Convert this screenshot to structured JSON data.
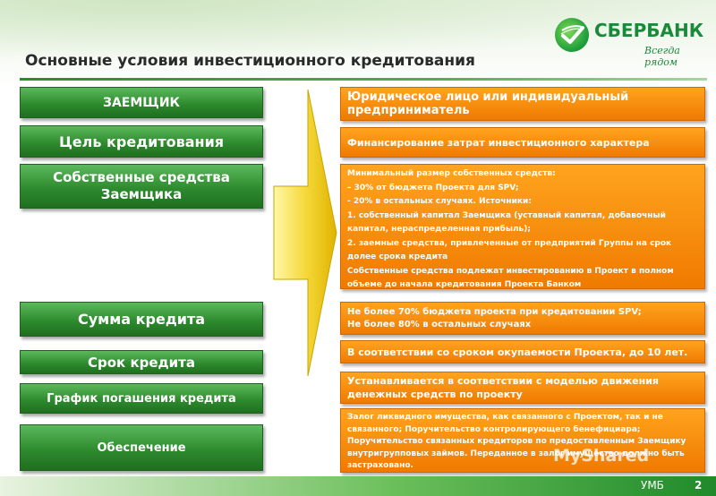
{
  "header": {
    "title": "Основные условия инвестиционного кредитования",
    "logo_name": "СБЕРБАНК",
    "logo_slogan": "Всегда рядом",
    "logo_icon": "sberbank-logo-icon"
  },
  "rows": [
    {
      "label": "ЗАЕМЩИК",
      "value": "Юридическое лицо или индивидуальный предприниматель"
    },
    {
      "label": "Цель кредитования",
      "value": "Финансирование затрат инвестиционного характера"
    },
    {
      "label": "Собственные средства Заемщика",
      "value": "Минимальный размер собственных средств:\n – 30% от бюджета Проекта для SPV;\n- 20% в остальных случаях.                 Источники:\n1. собственный капитал Заемщика (уставный капитал, добавочный капитал, нераспределенная прибыль);\n2. заемные средства, привлеченные от предприятий Группы на срок долее срока кредита\nСобственные средства подлежат инвестированию в Проект в полном объеме до начала кредитования Проекта Банком"
    },
    {
      "label": "Сумма кредита",
      "value": "Не более  70% бюджета проекта при кредитовании SPV;\nНе более 80% в остальных  случаях"
    },
    {
      "label": "Срок кредита",
      "value": "В соответствии со сроком окупаемости Проекта, до 10 лет."
    },
    {
      "label": "График погашения кредита",
      "value": "Устанавливается в соответствии с моделью движения денежных средств по проекту"
    },
    {
      "label": "Обеспечение",
      "value": "Залог ликвидного имущества, как связанного с Проектом, так и не связанного; Поручительство контролирующего бенефициара; Поручительство связанных кредиторов по предоставленным Заемщику внутригрупповых займов. Переданное в залог имущество должно быть застраховано."
    }
  ],
  "watermark": "MyShared",
  "footer": {
    "department": "УМБ",
    "page": "2"
  },
  "colors": {
    "green": "#2e8b2e",
    "orange": "#f58a0b",
    "arrow": "#f5d83a"
  }
}
